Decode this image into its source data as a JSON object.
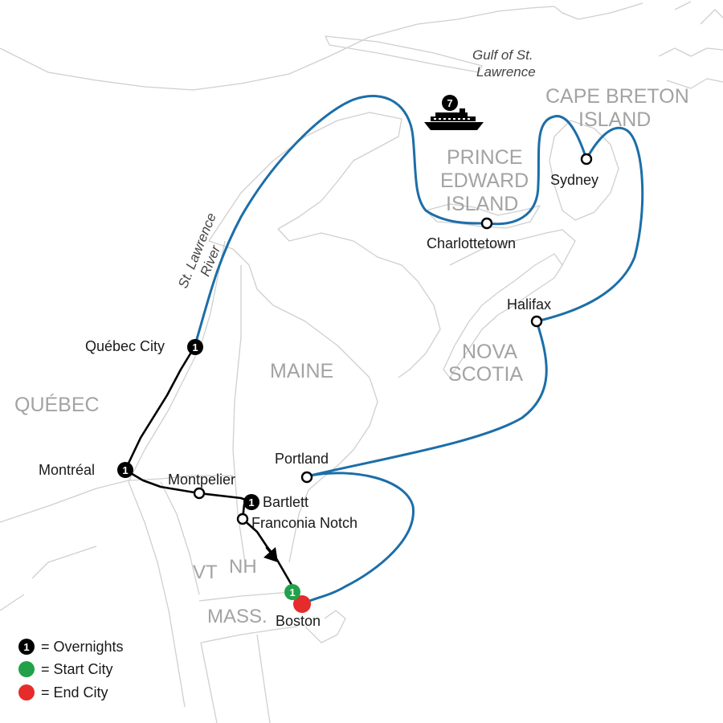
{
  "colors": {
    "sea_route": "#1c6ea8",
    "land_route": "#000000",
    "start": "#21a24a",
    "end": "#e62b2b",
    "land_outline": "#cfcfcf",
    "region_text": "#a3a3a3"
  },
  "regions": {
    "quebec": "QUÉBEC",
    "maine": "MAINE",
    "nova_scotia_1": "NOVA",
    "nova_scotia_2": "SCOTIA",
    "pei_1": "PRINCE",
    "pei_2": "EDWARD",
    "pei_3": "ISLAND",
    "cape_breton_1": "CAPE BRETON",
    "cape_breton_2": "ISLAND",
    "vt": "VT",
    "nh": "NH",
    "mass": "MASS."
  },
  "water": {
    "gulf_1": "Gulf of St.",
    "gulf_2": "Lawrence",
    "river_1": "St. Lawrence",
    "river_2": "River"
  },
  "cities": {
    "quebec_city": "Québec City",
    "montreal": "Montréal",
    "montpelier": "Montpelier",
    "bartlett": "Bartlett",
    "franconia": "Franconia Notch",
    "portland": "Portland",
    "boston": "Boston",
    "halifax": "Halifax",
    "charlottetown": "Charlottetown",
    "sydney": "Sydney"
  },
  "badges": {
    "quebec_city": "1",
    "montreal": "1",
    "bartlett": "1",
    "boston_start": "1",
    "cruise": "7"
  },
  "icons": {
    "cruise": "cruise-ship-icon",
    "overnight": "overnight-badge-icon",
    "start": "start-dot-icon",
    "end": "end-dot-icon",
    "direction": "direction-arrow-icon"
  },
  "legend": {
    "overnights_badge": "1",
    "overnights": "= Overnights",
    "start": "= Start City",
    "end": "= End City"
  }
}
